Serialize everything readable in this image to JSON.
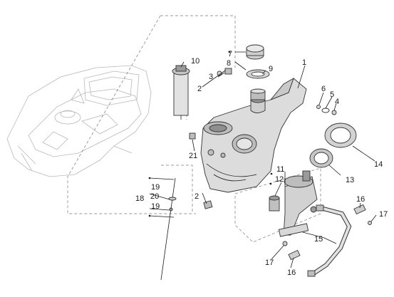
{
  "colors": {
    "part_fill": "#dcdcdc",
    "part_dark": "#9a9a9a",
    "outline": "#333333",
    "ghost": "#b8b8b8",
    "background": "#ffffff"
  },
  "callouts": {
    "c1": "1",
    "c2a": "2",
    "c2b": "2",
    "c3": "3",
    "c4": "4",
    "c5": "5",
    "c6": "6",
    "c7": "7",
    "c8": "8",
    "c9": "9",
    "c10": "10",
    "c11": "11",
    "c12": "12",
    "c13": "13",
    "c14": "14",
    "c15": "15",
    "c16a": "16",
    "c16b": "16",
    "c17a": "17",
    "c17b": "17",
    "c18": "18",
    "c19a": "19",
    "c19b": "19",
    "c20": "20",
    "c21": "21"
  }
}
